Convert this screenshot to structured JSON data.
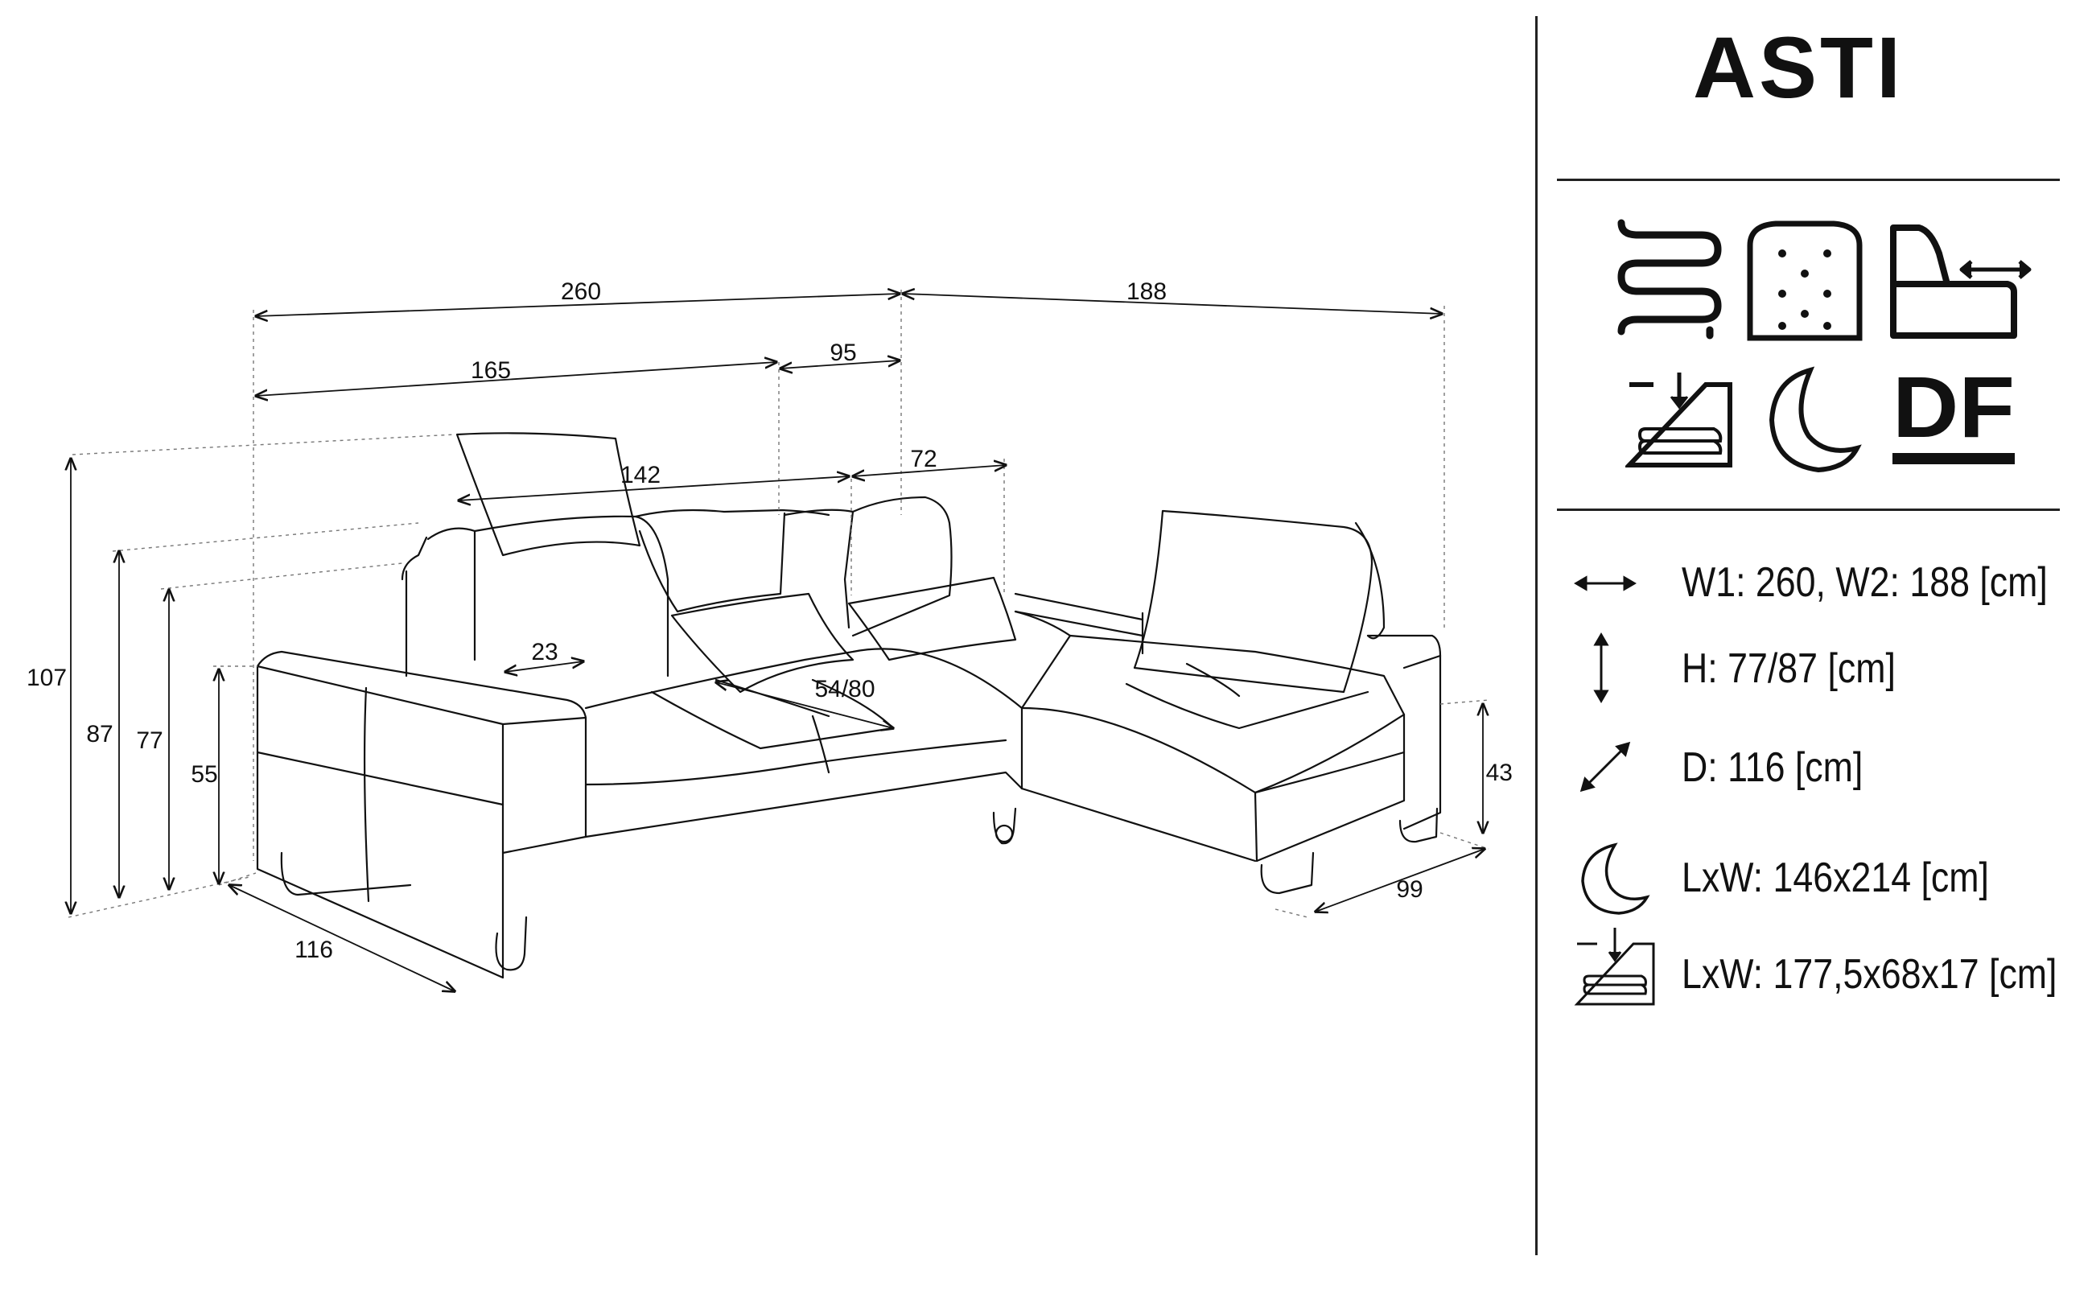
{
  "product": {
    "name": "ASTI"
  },
  "drawing": {
    "dimensions": {
      "w1": "260",
      "w2": "188",
      "seat_left": "165",
      "seat_mid": "95",
      "backrest": "142",
      "chaise_depth": "72",
      "headrest_h": "107",
      "back_h": "87",
      "top_h": "77",
      "arm_h": "55",
      "arm_w": "23",
      "seat_depth": "54/80",
      "side_depth": "116",
      "chaise_h": "43",
      "chaise_w": "99"
    }
  },
  "features": [
    {
      "icon": "spring-icon"
    },
    {
      "icon": "foam-dots-icon"
    },
    {
      "icon": "adjustable-backrest-icon"
    },
    {
      "icon": "storage-icon"
    },
    {
      "icon": "sleep-function-icon"
    },
    {
      "icon": "df-logo-icon",
      "text": "DF"
    }
  ],
  "specs": [
    {
      "icon": "width-arrows-icon",
      "text": "W1: 260, W2: 188 [cm]"
    },
    {
      "icon": "height-arrows-icon",
      "text": "H: 77/87 [cm]"
    },
    {
      "icon": "depth-arrows-icon",
      "text": "D: 116 [cm]"
    },
    {
      "icon": "moon-icon",
      "text": "LxW: 146x214 [cm]"
    },
    {
      "icon": "storage-box-icon",
      "text": "LxW: 177,5x68x17 [cm]"
    }
  ]
}
